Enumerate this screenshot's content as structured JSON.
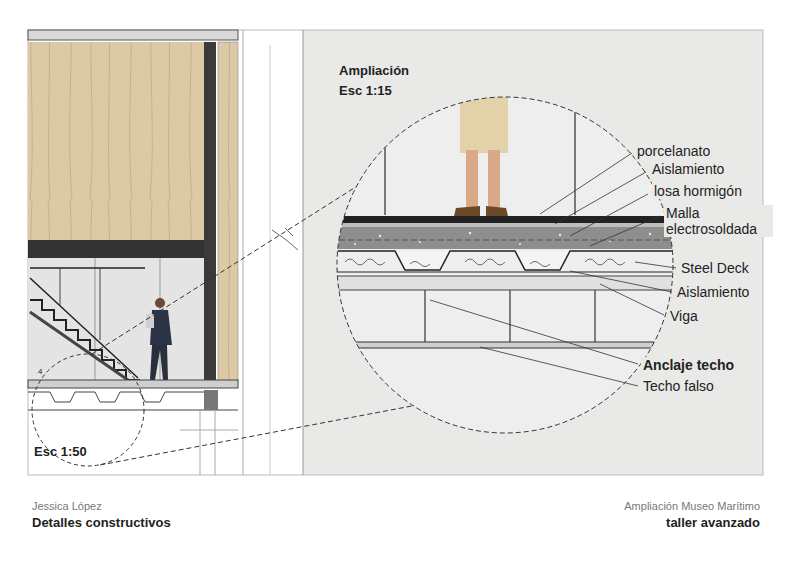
{
  "diagram": {
    "labels": [
      "Ampliación",
      "Esc 1:15",
      "porcelanato",
      "Aislamiento",
      "losa hormigón",
      "Malla electrosoldada",
      "Steel Deck",
      "Aislamiento",
      "Viga",
      "Anclaje techo",
      "Techo falso",
      "4",
      "Esc 1:50",
      "Jessica López",
      "Detalles constructivos",
      "Ampliación Museo Marítimo",
      "taller avanzado"
    ]
  }
}
